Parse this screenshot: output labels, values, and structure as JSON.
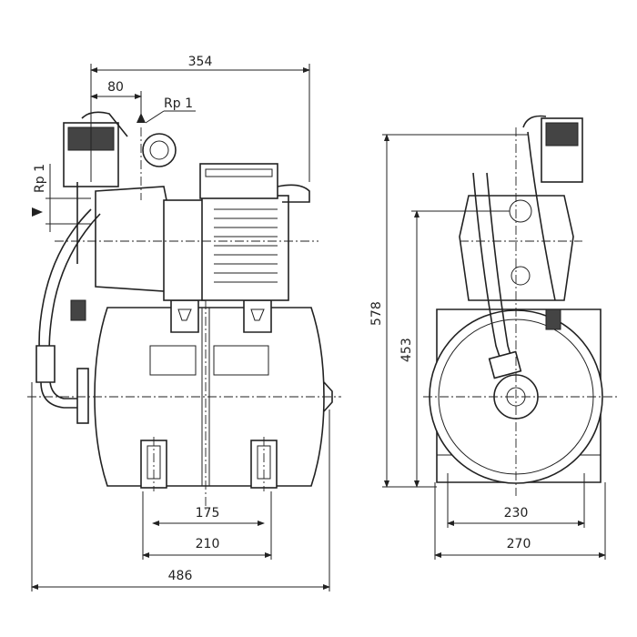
{
  "dimensions": {
    "overall_width_top": "354",
    "outlet_offset": "80",
    "outlet_thread": "Rp 1",
    "inlet_thread": "Rp 1",
    "total_height": "578",
    "outlet_height": "453",
    "foot_spacing_inner": "175",
    "foot_spacing_outer": "210",
    "overall_length": "486",
    "base_width_inner": "230",
    "base_width_outer": "270"
  }
}
